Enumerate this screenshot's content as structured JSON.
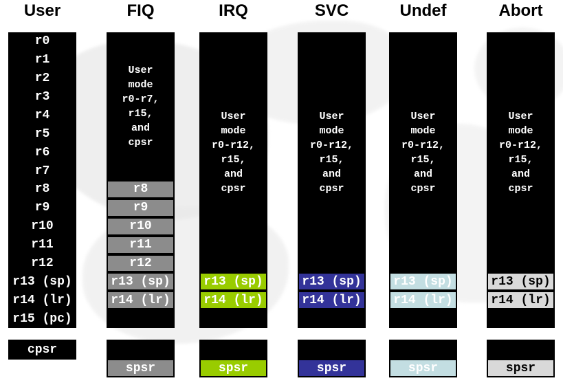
{
  "colors": {
    "column_background": "#000000",
    "fiq_bank": "#8c8c8c",
    "irq_bank": "#99cc00",
    "svc_bank": "#333399",
    "undef_bank": "#c3dee2",
    "abort_bank": "#d9d9d9",
    "light_text": "#ffffff",
    "dark_text": "#000000"
  },
  "columns": [
    {
      "id": "user",
      "title": "User",
      "full_registers": [
        "r0",
        "r1",
        "r2",
        "r3",
        "r4",
        "r5",
        "r6",
        "r7",
        "r8",
        "r9",
        "r10",
        "r11",
        "r12",
        "r13 (sp)",
        "r14 (lr)",
        "r15 (pc)"
      ],
      "bottom": {
        "label": "cpsr"
      }
    },
    {
      "id": "fiq",
      "title": "FIQ",
      "mode_lines": [
        "User",
        "mode",
        "r0-r7,",
        "r15,",
        "and",
        "cpsr"
      ],
      "banked": {
        "start_register": "r8",
        "registers": [
          "r8",
          "r9",
          "r10",
          "r11",
          "r12",
          "r13 (sp)",
          "r14 (lr)"
        ],
        "color": "#8c8c8c",
        "text_color": "#ffffff"
      },
      "bottom": {
        "label": "spsr"
      }
    },
    {
      "id": "irq",
      "title": "IRQ",
      "mode_lines": [
        "User",
        "mode",
        "r0-r12,",
        "r15,",
        "and",
        "cpsr"
      ],
      "banked": {
        "start_register": "r13",
        "registers": [
          "r13 (sp)",
          "r14 (lr)"
        ],
        "color": "#99cc00",
        "text_color": "#ffffff"
      },
      "bottom": {
        "label": "spsr"
      }
    },
    {
      "id": "svc",
      "title": "SVC",
      "mode_lines": [
        "User",
        "mode",
        "r0-r12,",
        "r15,",
        "and",
        "cpsr"
      ],
      "banked": {
        "start_register": "r13",
        "registers": [
          "r13 (sp)",
          "r14 (lr)"
        ],
        "color": "#333399",
        "text_color": "#ffffff"
      },
      "bottom": {
        "label": "spsr"
      }
    },
    {
      "id": "undef",
      "title": "Undef",
      "mode_lines": [
        "User",
        "mode",
        "r0-r12,",
        "r15,",
        "and",
        "cpsr"
      ],
      "banked": {
        "start_register": "r13",
        "registers": [
          "r13 (sp)",
          "r14 (lr)"
        ],
        "color": "#c3dee2",
        "text_color": "#ffffff"
      },
      "bottom": {
        "label": "spsr"
      }
    },
    {
      "id": "abort",
      "title": "Abort",
      "mode_lines": [
        "User",
        "mode",
        "r0-r12,",
        "r15,",
        "and",
        "cpsr"
      ],
      "banked": {
        "start_register": "r13",
        "registers": [
          "r13 (sp)",
          "r14 (lr)"
        ],
        "color": "#d9d9d9",
        "text_color": "#000000"
      },
      "bottom": {
        "label": "spsr"
      }
    }
  ]
}
